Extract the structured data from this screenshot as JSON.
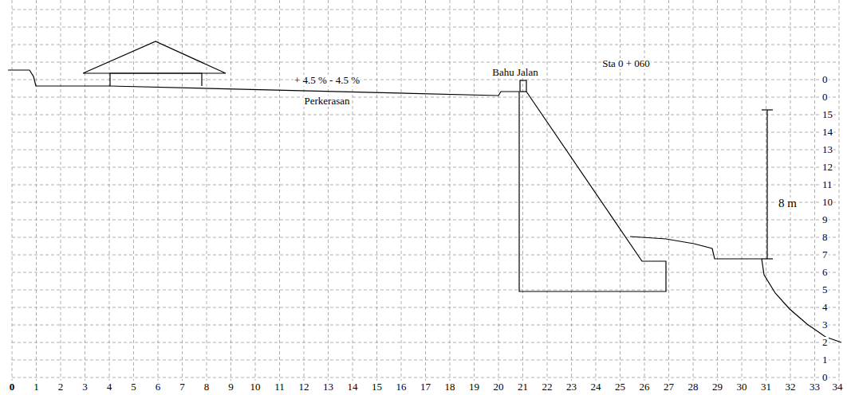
{
  "diagram": {
    "labels": [
      "+ 4.5 % - 4.5 %",
      "Perkerasan",
      "Bahu Jalan",
      "Sta 0 + 060",
      "8 m",
      "0",
      "0",
      "15",
      "14",
      "13",
      "12",
      "11",
      "10",
      "9",
      "8",
      "7",
      "6",
      "5",
      "4",
      "3",
      "2",
      "1",
      "0",
      "0",
      "1",
      "2",
      "3",
      "4",
      "5",
      "6",
      "7",
      "8",
      "9",
      "10",
      "11",
      "12",
      "13",
      "14",
      "15",
      "16",
      "17",
      "18",
      "19",
      "20",
      "21",
      "22",
      "23",
      "24",
      "25",
      "26",
      "27",
      "28",
      "29",
      "30",
      "31",
      "32",
      "33",
      "34"
    ]
  }
}
